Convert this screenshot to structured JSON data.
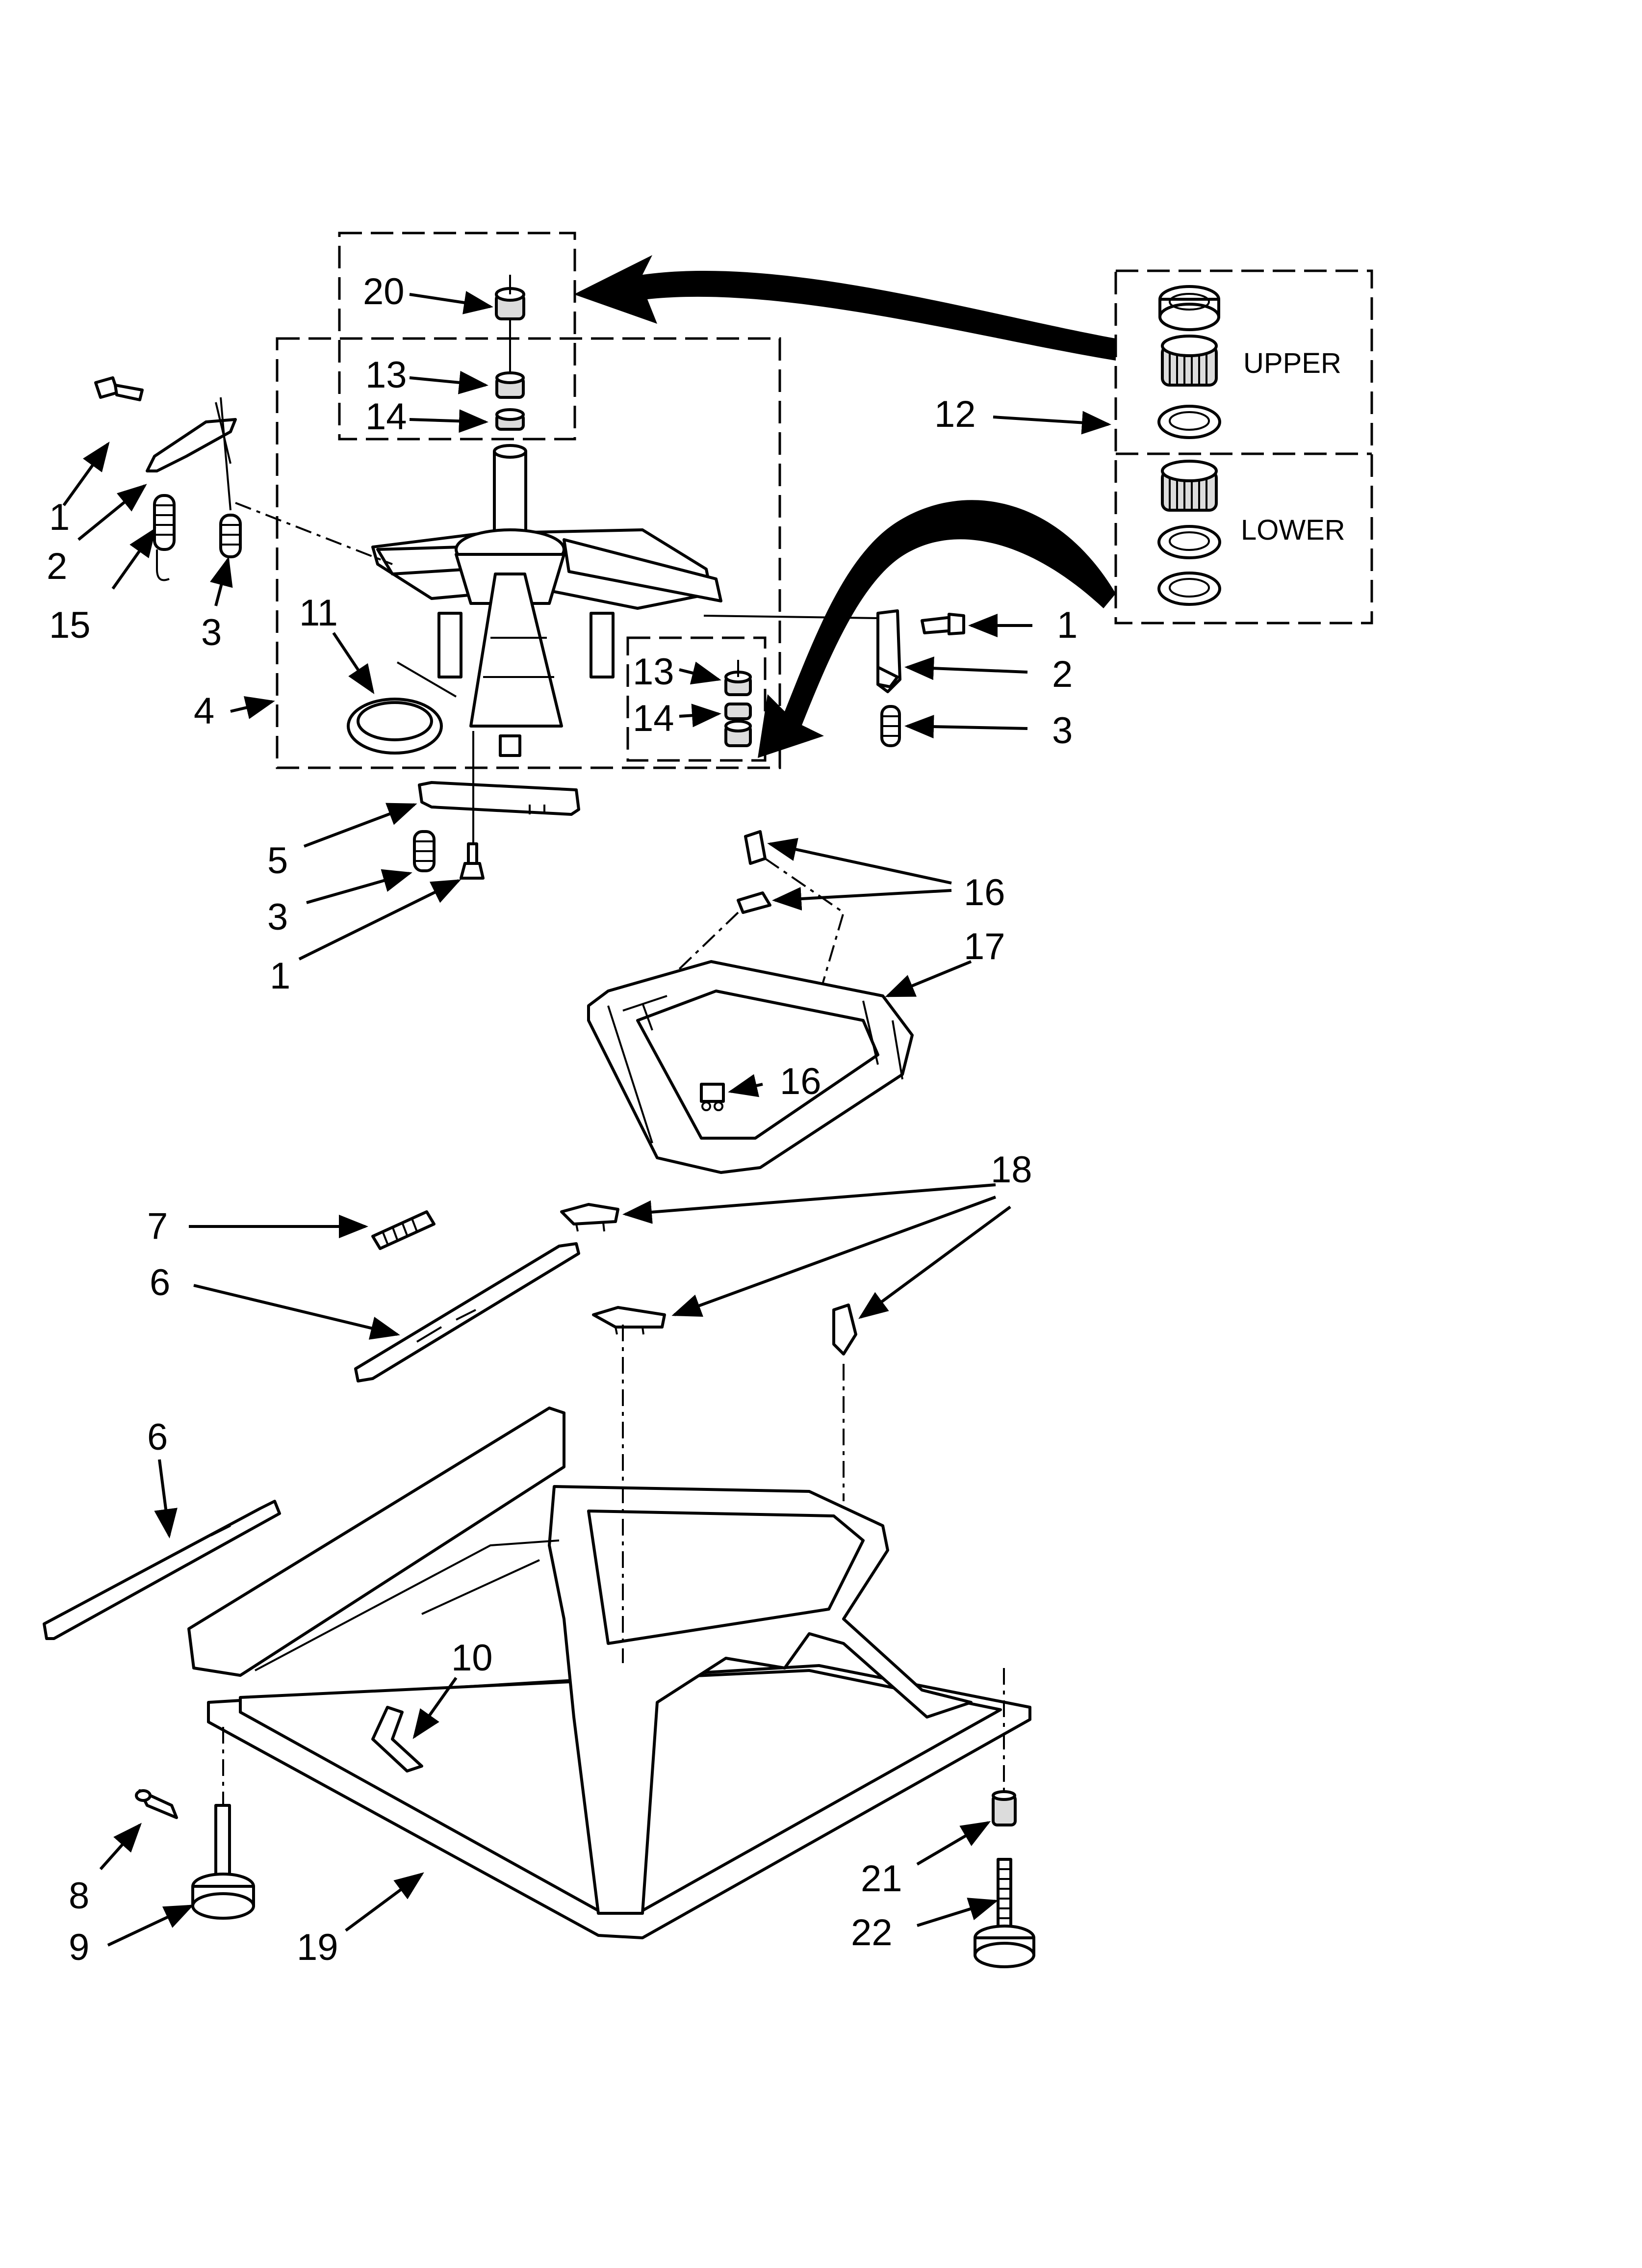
{
  "diagram": {
    "box_labels": {
      "upper": "UPPER",
      "lower": "LOWER"
    },
    "callouts": [
      {
        "id": "c20",
        "text": "20"
      },
      {
        "id": "c13a",
        "text": "13"
      },
      {
        "id": "c14a",
        "text": "14"
      },
      {
        "id": "c12",
        "text": "12"
      },
      {
        "id": "c1a",
        "text": "1"
      },
      {
        "id": "c2a",
        "text": "2"
      },
      {
        "id": "c15",
        "text": "15"
      },
      {
        "id": "c3a",
        "text": "3"
      },
      {
        "id": "c11",
        "text": "11"
      },
      {
        "id": "c4",
        "text": "4"
      },
      {
        "id": "c13b",
        "text": "13"
      },
      {
        "id": "c14b",
        "text": "14"
      },
      {
        "id": "c1b",
        "text": "1"
      },
      {
        "id": "c2b",
        "text": "2"
      },
      {
        "id": "c3b",
        "text": "3"
      },
      {
        "id": "c5",
        "text": "5"
      },
      {
        "id": "c3c",
        "text": "3"
      },
      {
        "id": "c1c",
        "text": "1"
      },
      {
        "id": "c16a",
        "text": "16"
      },
      {
        "id": "c17",
        "text": "17"
      },
      {
        "id": "c16b",
        "text": "16"
      },
      {
        "id": "c18",
        "text": "18"
      },
      {
        "id": "c7",
        "text": "7"
      },
      {
        "id": "c6a",
        "text": "6"
      },
      {
        "id": "c6b",
        "text": "6"
      },
      {
        "id": "c10",
        "text": "10"
      },
      {
        "id": "c8",
        "text": "8"
      },
      {
        "id": "c9",
        "text": "9"
      },
      {
        "id": "c19",
        "text": "19"
      },
      {
        "id": "c21",
        "text": "21"
      },
      {
        "id": "c22",
        "text": "22"
      }
    ]
  }
}
